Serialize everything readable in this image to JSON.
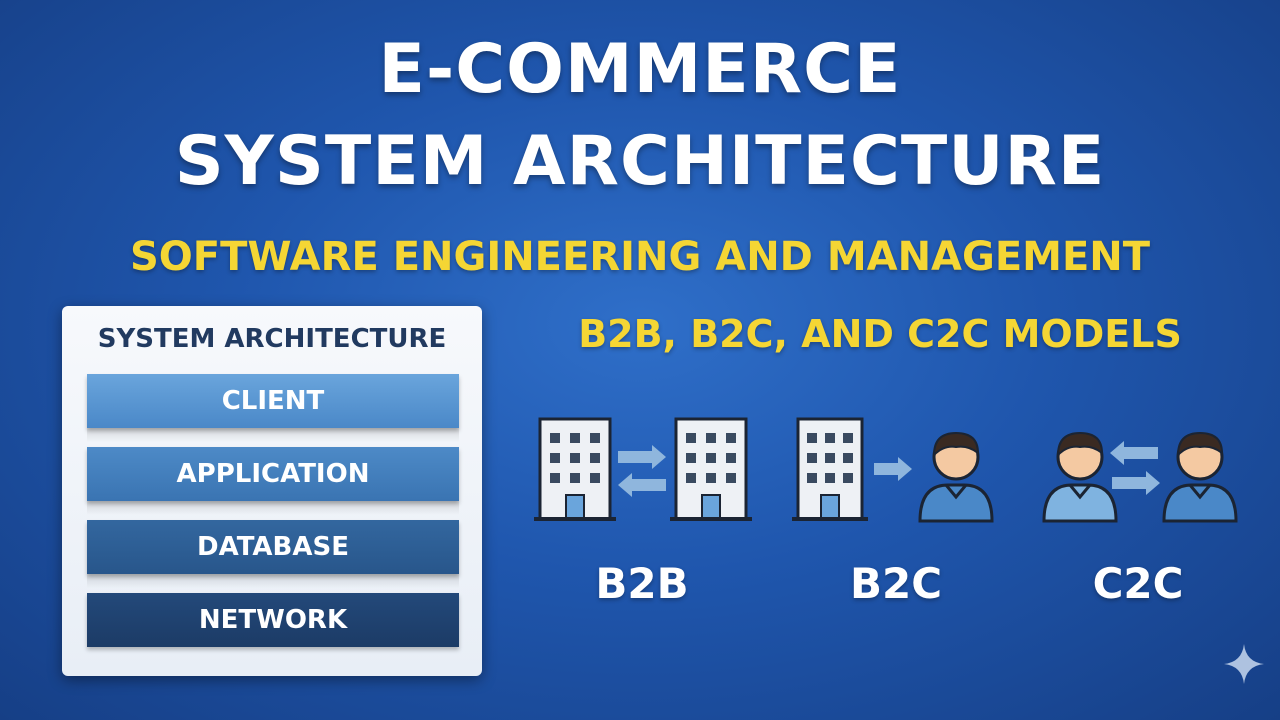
{
  "title": {
    "line1": "E-COMMERCE",
    "line2": "SYSTEM ARCHITECTURE"
  },
  "subtitle": "SOFTWARE ENGINEERING AND MANAGEMENT",
  "models_heading": "B2B, B2C, AND C2C MODELS",
  "architecture": {
    "title": "SYSTEM ARCHITECTURE",
    "layers": [
      "CLIENT",
      "APPLICATION",
      "DATABASE",
      "NETWORK"
    ]
  },
  "models": [
    {
      "label": "B2B",
      "from": "building-icon",
      "to": "building-icon",
      "arrows": "bidirectional"
    },
    {
      "label": "B2C",
      "from": "building-icon",
      "to": "person-icon",
      "arrows": "one-way"
    },
    {
      "label": "C2C",
      "from": "person-icon",
      "to": "person-icon",
      "arrows": "bidirectional"
    }
  ],
  "colors": {
    "background": "#1f56ad",
    "title": "#ffffff",
    "accent_yellow": "#f5d634",
    "panel": "#f7f9fc",
    "arrow": "#8fb6dd"
  }
}
